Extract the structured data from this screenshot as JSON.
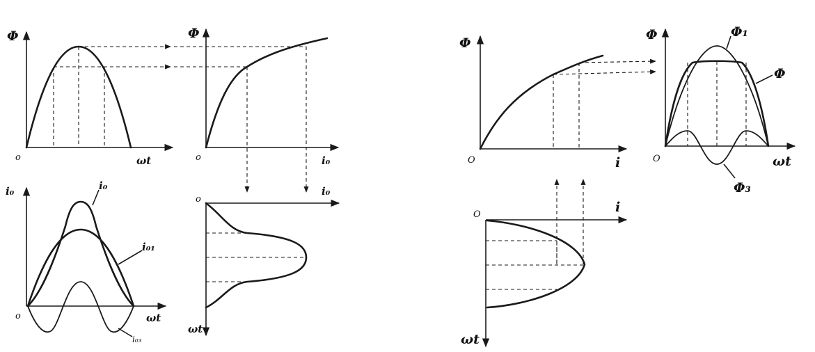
{
  "left_figure": {
    "flux_time_panel": {
      "y_label": "Φ",
      "x_label": "ωt",
      "origin": "o"
    },
    "magnetization_panel": {
      "y_label": "Φ",
      "x_label": "i₀",
      "origin": "o"
    },
    "current_harmonics_panel": {
      "y_label": "i₀",
      "x_label": "ωt",
      "origin": "o",
      "curve_labels": [
        "i₀",
        "i₀₁",
        "i₀₃"
      ]
    },
    "current_time_panel": {
      "x_label": "i₀",
      "y_label": "ωt",
      "origin": "o"
    }
  },
  "right_figure": {
    "magnetization_panel": {
      "y_label": "Φ",
      "x_label": "i",
      "origin": "O"
    },
    "flux_harmonics_panel": {
      "y_label": "Φ",
      "x_label": "ωt",
      "origin": "O",
      "curve_labels": [
        "Φ₁",
        "Φ",
        "Φ₃"
      ]
    },
    "current_time_panel": {
      "x_label": "i",
      "y_label": "ωt",
      "origin": "O"
    }
  }
}
